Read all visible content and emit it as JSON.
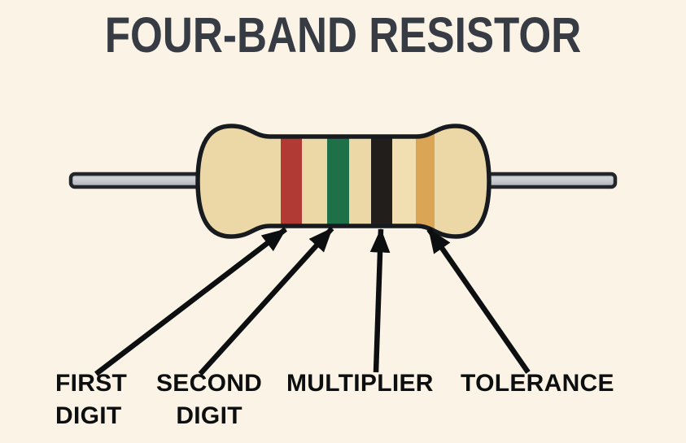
{
  "title": "FOUR-BAND RESISTOR",
  "diagram_type": "four-band resistor color-code diagram",
  "labels": {
    "first": {
      "line1": "FIRST",
      "line2": "DIGIT"
    },
    "second": {
      "line1": "SECOND",
      "line2": "DIGIT"
    },
    "multiplier": "MULTIPLIER",
    "tolerance": "TOLERANCE"
  },
  "resistor": {
    "body_color": "#ecd8a6",
    "body_highlight_color": "#f2dfb1",
    "outline_color": "#171a1f",
    "lead_outline_color": "#22262b",
    "bands": [
      {
        "role": "first digit",
        "color_name": "red",
        "color": "#b23a34"
      },
      {
        "role": "second digit",
        "color_name": "green",
        "color": "#1e7048"
      },
      {
        "role": "multiplier",
        "color_name": "black",
        "color": "#221e1b"
      },
      {
        "role": "tolerance",
        "color_name": "gold",
        "color": "#dba556"
      }
    ]
  },
  "colors": {
    "background": "#fbf4e6",
    "title_text": "#363b44",
    "label_text": "#0c0e10",
    "arrow": "#0c0e10"
  }
}
